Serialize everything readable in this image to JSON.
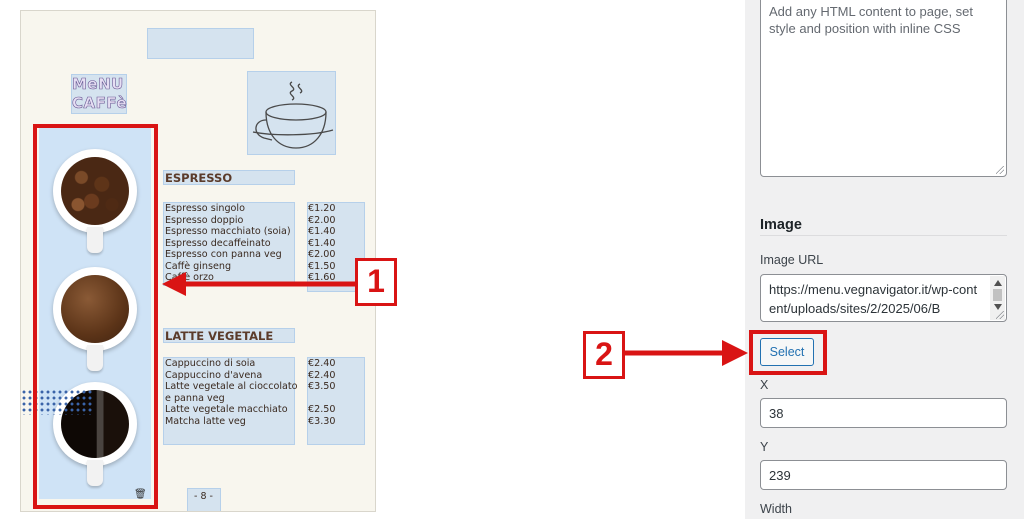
{
  "menu_page": {
    "logo_line1": "MeNU",
    "logo_line2": "CAFFè",
    "section1": {
      "heading": "ESPRESSO",
      "items": [
        "Espresso singolo",
        "Espresso doppio",
        "Espresso macchiato (soia)",
        "Espresso decaffeinato",
        "Espresso con panna veg",
        "Caffè ginseng",
        "Caffè orzo"
      ],
      "prices": [
        "€1.20",
        "€2.00",
        "€1.40",
        "€1.40",
        "€2.00",
        "€1.50",
        "€1.60"
      ]
    },
    "section2": {
      "heading": "LATTE VEGETALE",
      "items": [
        "Cappuccino di soia",
        "Cappuccino d'avena",
        "Latte vegetale al cioccolato",
        "e panna veg",
        "Latte vegetale macchiato",
        "Matcha latte veg"
      ],
      "prices": [
        "€2.40",
        "€2.40",
        "€3.50",
        "",
        "€2.50",
        "€3.30"
      ]
    },
    "page_number": "- 8 -",
    "trash_icon": "trash-icon"
  },
  "annotations": {
    "callout1": "1",
    "callout2": "2",
    "color": "#d91414"
  },
  "panel": {
    "html_textarea_text": "Add any HTML content to page, set style and position with inline CSS",
    "section_title": "Image",
    "image_url_label": "Image URL",
    "image_url_value": "https://menu.vegnavigator.it/wp-content/uploads/sites/2/2025/06/B",
    "select_label": "Select",
    "x_label": "X",
    "x_value": "38",
    "y_label": "Y",
    "y_value": "239",
    "width_label": "Width"
  },
  "colors": {
    "accent": "#2271b1",
    "canvas_bg": "#f8f6ee",
    "panel_bg": "#f0f0f1",
    "image_strip": "#cfe3f6"
  }
}
